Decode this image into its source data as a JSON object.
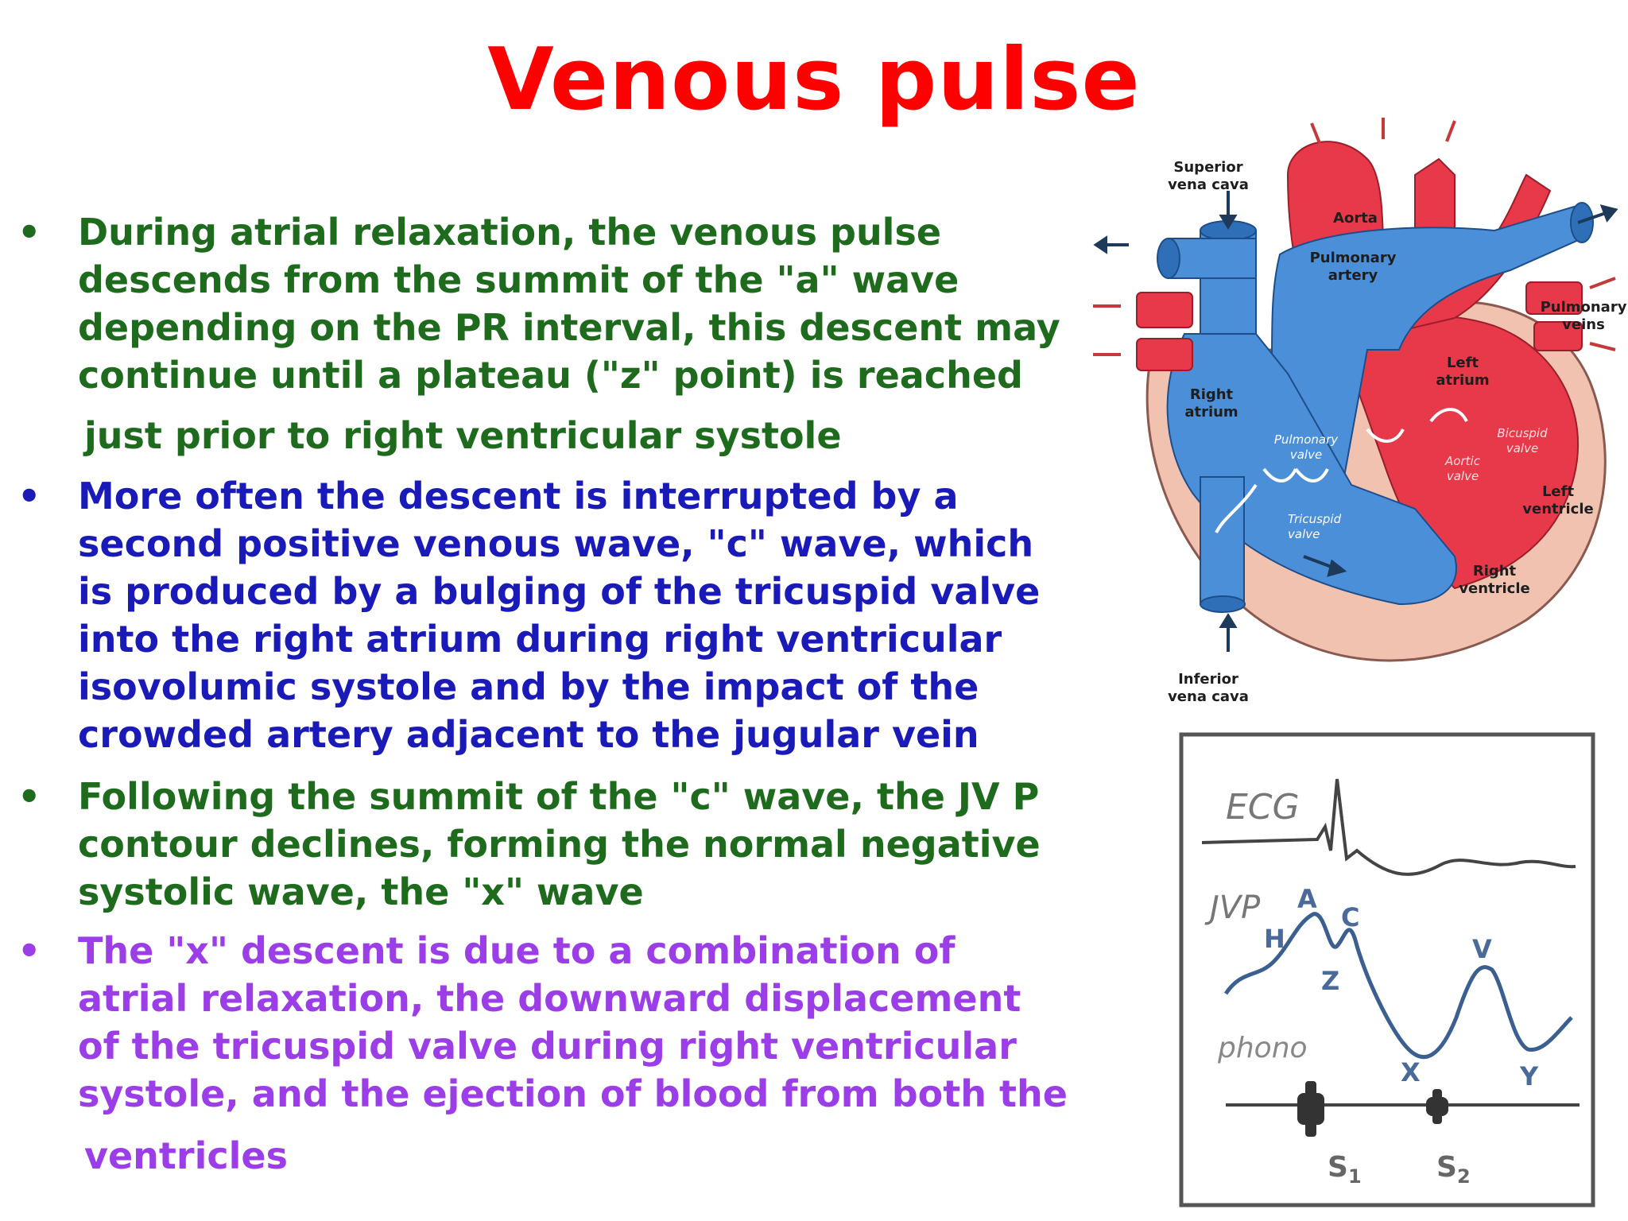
{
  "title": "Venous pulse",
  "bullets": [
    {
      "lines": [
        "During atrial relaxation, the venous pulse",
        "descends from the summit of the \"a\" wave",
        "depending on the PR interval, this descent may",
        "continue until a plateau (\"z\" point) is reached"
      ],
      "continuation": "just prior to right ventricular systole",
      "color": "#1e6b1e"
    },
    {
      "lines": [
        "More often the descent is interrupted by a",
        "second positive venous wave, \"c\" wave, which",
        "is produced by a bulging of the tricuspid valve",
        "into the right atrium during right ventricular",
        "isovolumic systole and by the impact of the",
        "crowded artery adjacent to the jugular vein"
      ],
      "color": "#1a1ab8"
    },
    {
      "lines": [
        "Following the summit of the \"c\" wave, the JV P",
        "contour declines, forming the normal negative",
        "systolic wave, the \"x\" wave"
      ],
      "color": "#1e6b1e"
    },
    {
      "lines": [
        "The \"x\" descent is due to a combination of",
        "atrial relaxation, the downward displacement",
        "of the tricuspid valve during right ventricular",
        "systole, and the ejection of blood from both the"
      ],
      "continuation": "ventricles",
      "color": "#9b3ee8"
    }
  ],
  "heart_labels": {
    "svc_1": "Superior",
    "svc_2": "vena cava",
    "aorta": "Aorta",
    "pa_1": "Pulmonary",
    "pa_2": "artery",
    "pv_1": "Pulmonary",
    "pv_2": "veins",
    "la_1": "Left",
    "la_2": "atrium",
    "ra_1": "Right",
    "ra_2": "atrium",
    "pulm_valve_1": "Pulmonary",
    "pulm_valve_2": "valve",
    "aortic_valve_1": "Aortic",
    "aortic_valve_2": "valve",
    "bicuspid_1": "Bicuspid",
    "bicuspid_2": "valve",
    "lv_1": "Left",
    "lv_2": "ventricle",
    "tricuspid_1": "Tricuspid",
    "tricuspid_2": "valve",
    "rv_1": "Right",
    "rv_2": "ventricle",
    "ivc_1": "Inferior",
    "ivc_2": "vena cava"
  },
  "wave_labels": {
    "ecg": "ECG",
    "jvp": "JVP",
    "h": "H",
    "a": "A",
    "c": "C",
    "z": "Z",
    "v": "V",
    "x": "X",
    "y": "Y",
    "phono": "phono",
    "s1": "S",
    "s1_sub": "1",
    "s2": "S",
    "s2_sub": "2"
  },
  "colors": {
    "title": "#ff0000",
    "green": "#1e6b1e",
    "blue": "#1a1ab8",
    "purple": "#9b3ee8",
    "vein_blue": "#4a8fd8",
    "artery_red": "#e8394a"
  }
}
